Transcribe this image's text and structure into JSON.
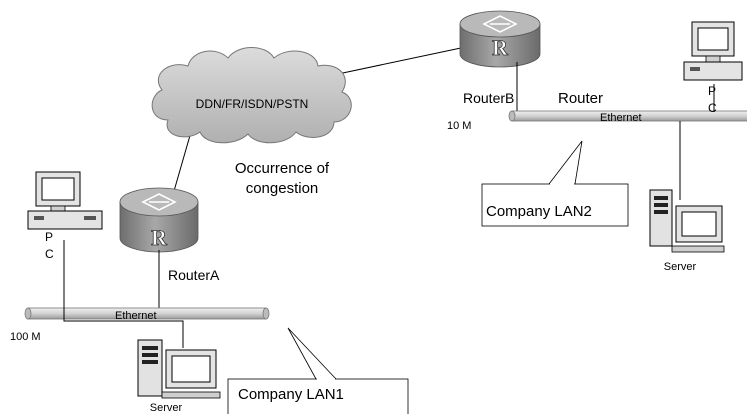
{
  "cloud": {
    "label": "DDN/FR/ISDN/PSTN"
  },
  "congestion": {
    "line1": "Occurrence of",
    "line2": "congestion"
  },
  "router_a": {
    "name": "RouterA",
    "glyph": "R"
  },
  "router_b": {
    "name": "RouterB",
    "glyph": "R",
    "caption": "Router"
  },
  "lan1": {
    "speed": "100 M",
    "medium": "Ethernet",
    "pc_label_1": "P",
    "pc_label_2": "C",
    "server_label": "Server",
    "callout": "Company LAN1"
  },
  "lan2": {
    "speed": "10 M",
    "medium": "Ethernet",
    "pc_label_1": "P",
    "pc_label_2": "C",
    "server_label": "Server",
    "callout": "Company LAN2"
  },
  "colors": {
    "router_body": "#8c8c8c",
    "router_top": "#b4b4b4",
    "cloud_fill": "#c8c8c8",
    "cable_fill": "#d0d0d0",
    "device_fill": "#e2e2e2"
  }
}
